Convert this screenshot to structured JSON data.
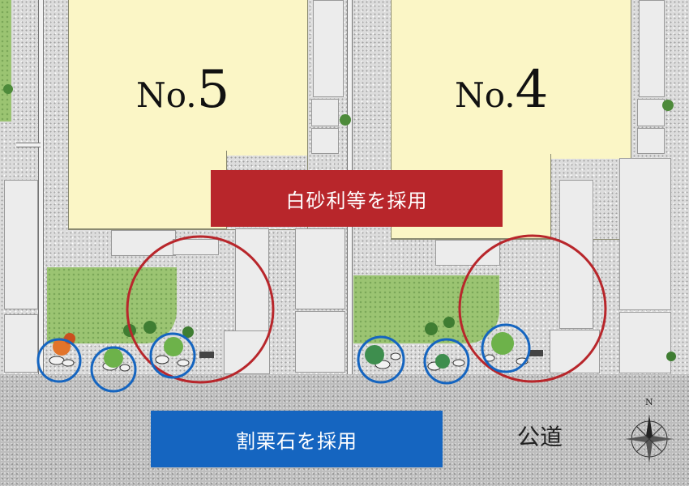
{
  "lots": [
    {
      "prefix": "No.",
      "number": "5"
    },
    {
      "prefix": "No.",
      "number": "4"
    }
  ],
  "banners": {
    "top": {
      "text": "白砂利等を採用",
      "color": "#b8262b"
    },
    "bottom": {
      "text": "割栗石を採用",
      "color": "#1565c0"
    }
  },
  "road": {
    "label": "公道"
  },
  "compass": {
    "label": "N",
    "icon": "compass-rose-icon"
  },
  "colors": {
    "highlight_red": "#b8262b",
    "highlight_blue": "#1565c0",
    "lawn": "#9bc472",
    "house": "#fbf6c6"
  }
}
